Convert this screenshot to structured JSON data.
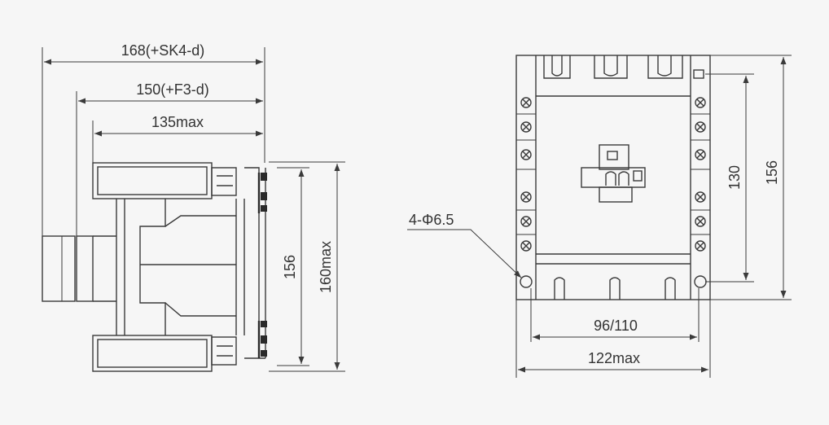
{
  "side_view": {
    "dim_top": "168(+SK4-d)",
    "dim_mid": "150(+F3-d)",
    "dim_low": "135max",
    "dim_height_inner": "156",
    "dim_height_outer": "160max"
  },
  "front_view": {
    "hole_label": "4-Φ6.5",
    "dim_height_inner": "130",
    "dim_height_outer": "156",
    "dim_width_inner": "96/110",
    "dim_width_outer": "122max"
  },
  "colors": {
    "background": "#f6f6f6",
    "line": "#3a3a3a",
    "text": "#333333"
  }
}
